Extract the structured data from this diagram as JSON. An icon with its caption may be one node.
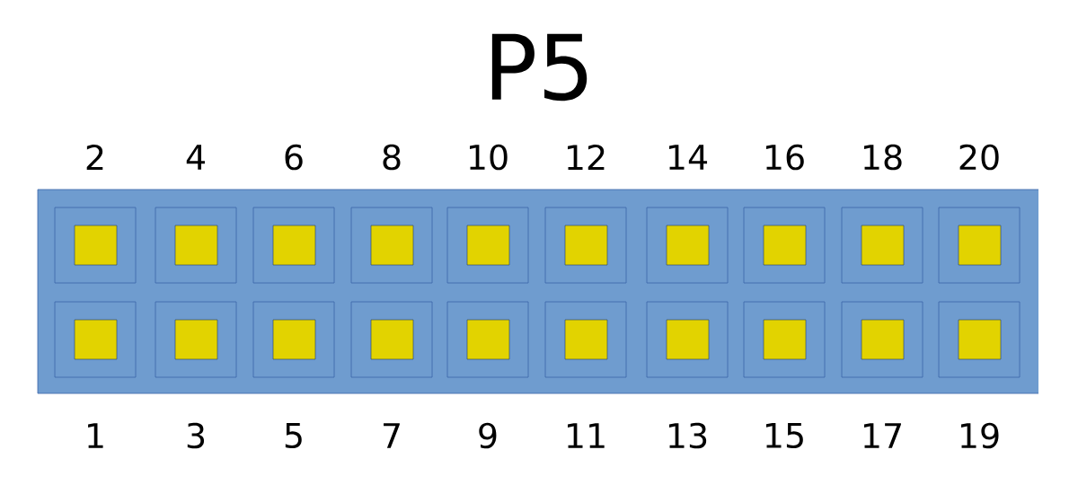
{
  "diagram": {
    "title": "P5",
    "labels": [
      "2",
      "4",
      "6",
      "8",
      "10",
      "12",
      "14",
      "16",
      "18",
      "20",
      "1",
      "3",
      "5",
      "7",
      "9",
      "11",
      "13",
      "15",
      "17",
      "19"
    ]
  }
}
